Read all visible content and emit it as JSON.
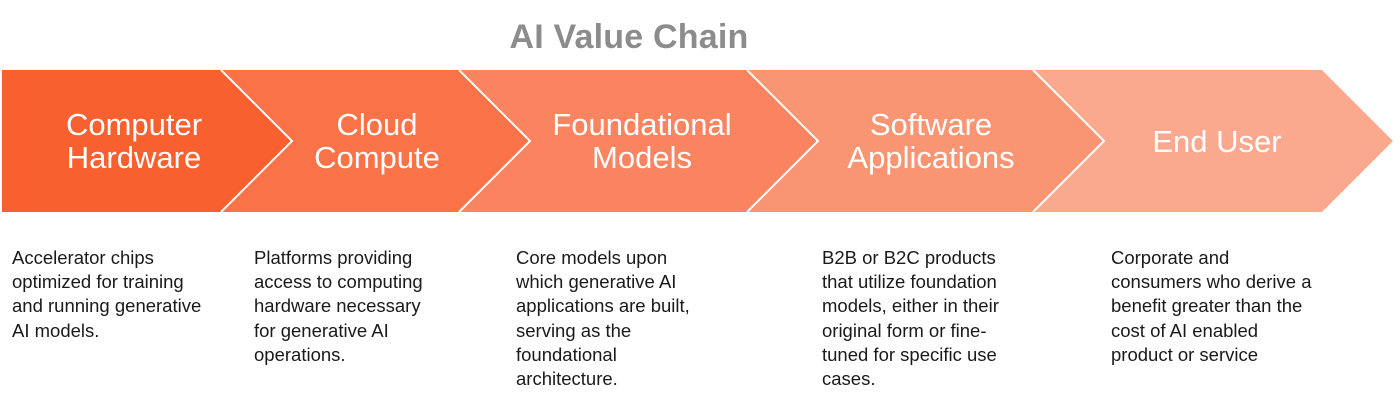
{
  "title": "AI Value Chain",
  "stages": [
    {
      "label": "Computer\nHardware",
      "color": "#f9602f",
      "description": "Accelerator chips optimized for training and running generative AI models."
    },
    {
      "label": "Cloud\nCompute",
      "color": "#fa7248",
      "description": "Platforms providing access to computing hardware necessary for generative AI operations."
    },
    {
      "label": "Foundational\nModels",
      "color": "#fa845f",
      "description": "Core models upon which generative AI applications are built, serving as the foundational architecture."
    },
    {
      "label": "Software\nApplications",
      "color": "#fa9574",
      "description": "B2B or B2C products that utilize foundation models, either in their original form or fine-tuned for specific use cases."
    },
    {
      "label": "End User",
      "color": "#fba98e",
      "description": "Corporate and consumers who derive a benefit greater than the cost of AI enabled product or service"
    }
  ]
}
